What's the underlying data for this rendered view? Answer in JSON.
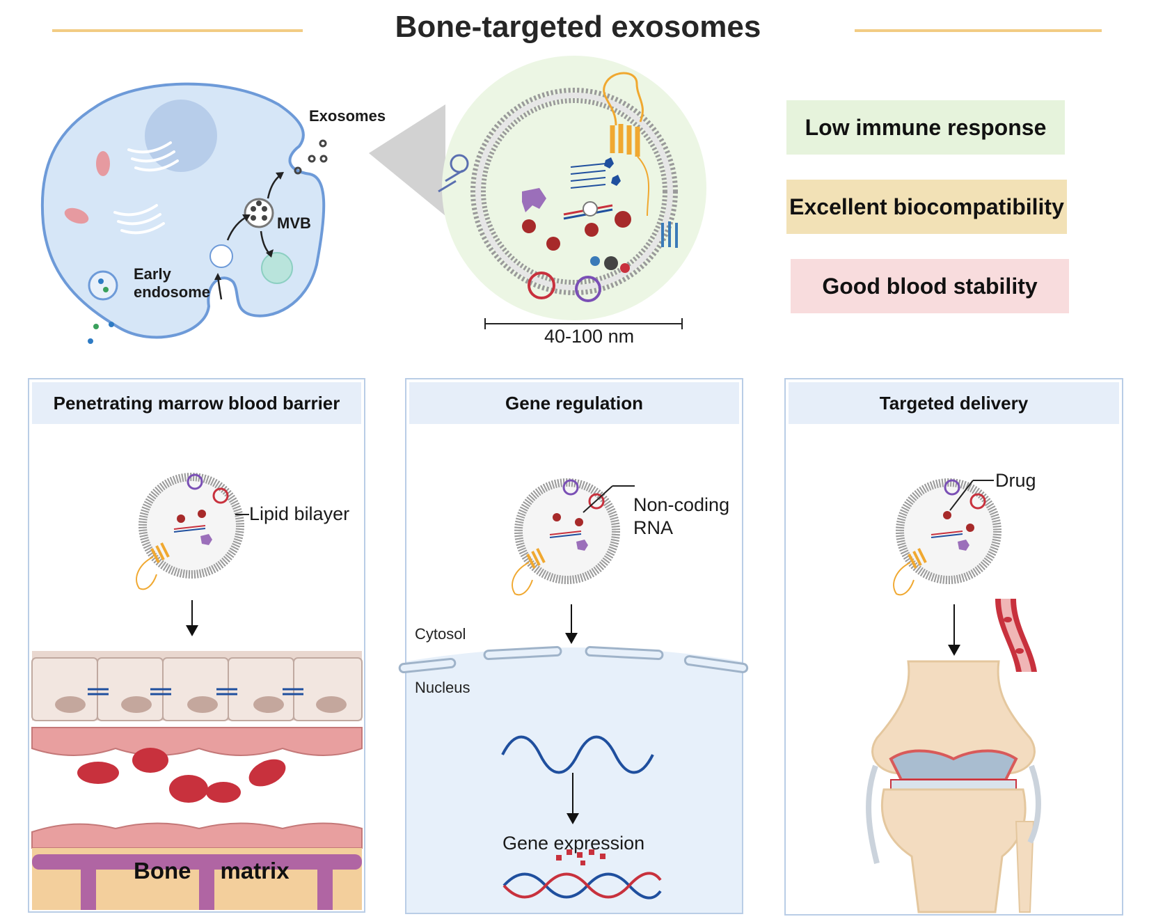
{
  "title": "Bone-targeted exosomes",
  "cell_labels": {
    "exosomes": "Exosomes",
    "mvb": "MVB",
    "early_endosome_line1": "Early",
    "early_endosome_line2": "endosome"
  },
  "scale_label": "40-100 nm",
  "features": [
    {
      "label": "Low immune response",
      "color": "#e6f3dc"
    },
    {
      "label": "Excellent biocompatibility",
      "color": "#f2e1b6"
    },
    {
      "label": "Good blood stability",
      "color": "#f8dcdd"
    }
  ],
  "panels": {
    "barrier": {
      "title": "Penetrating marrow blood barrier",
      "lipid_label": "Lipid bilayer",
      "bone_word1": "Bone",
      "bone_word2": "matrix"
    },
    "gene": {
      "title": "Gene regulation",
      "ncrna_line1": "Non-coding",
      "ncrna_line2": "RNA",
      "cytosol": "Cytosol",
      "nucleus": "Nucleus",
      "expression": "Gene expression"
    },
    "targeted": {
      "title": "Targeted delivery",
      "drug": "Drug"
    }
  },
  "colors": {
    "cell_fill": "#d6e6f7",
    "cell_stroke": "#6d9ad8",
    "accent_line": "#f2cc84",
    "panel_border": "#b9cde6",
    "panel_header": "#e6eef9",
    "rbc": "#c8313d",
    "bone": "#f3cf9c",
    "dna_blue": "#1f4f9e",
    "dna_red": "#c8313d"
  }
}
